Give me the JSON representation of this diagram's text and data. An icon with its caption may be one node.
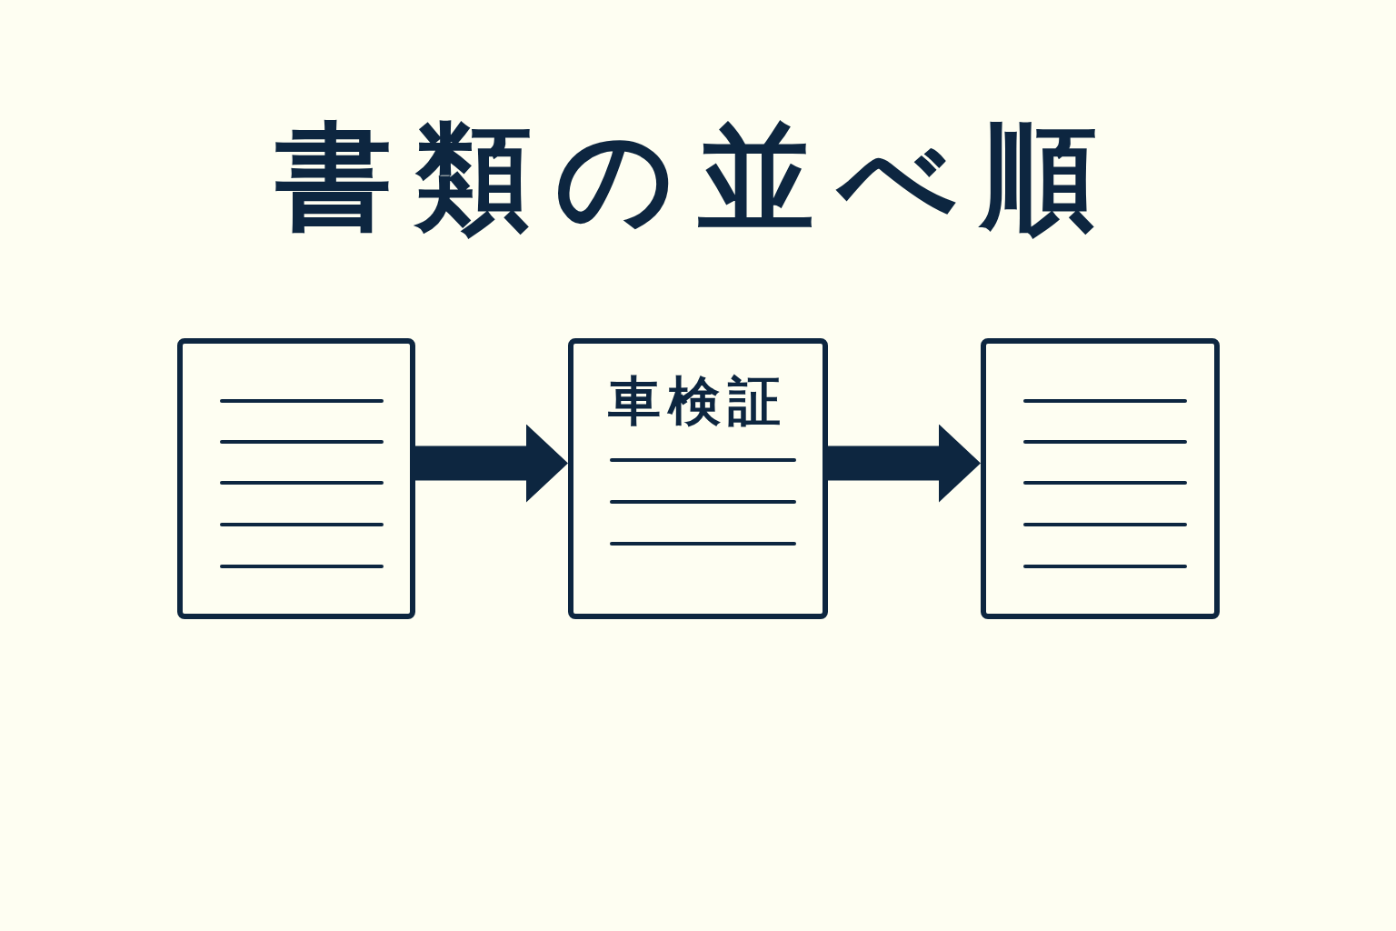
{
  "diagram": {
    "title": "書類の並べ順",
    "nodes": [
      {
        "text": [],
        "shape": "box"
      },
      {
        "text": [
          "車検証"
        ]
      },
      {
        "text": [],
        "shape": "box"
      }
    ],
    "edges": [
      {
        "from": 0,
        "to": 1,
        "arrow": "to"
      },
      {
        "from": 1,
        "to": 2,
        "arrow": "to"
      }
    ]
  }
}
